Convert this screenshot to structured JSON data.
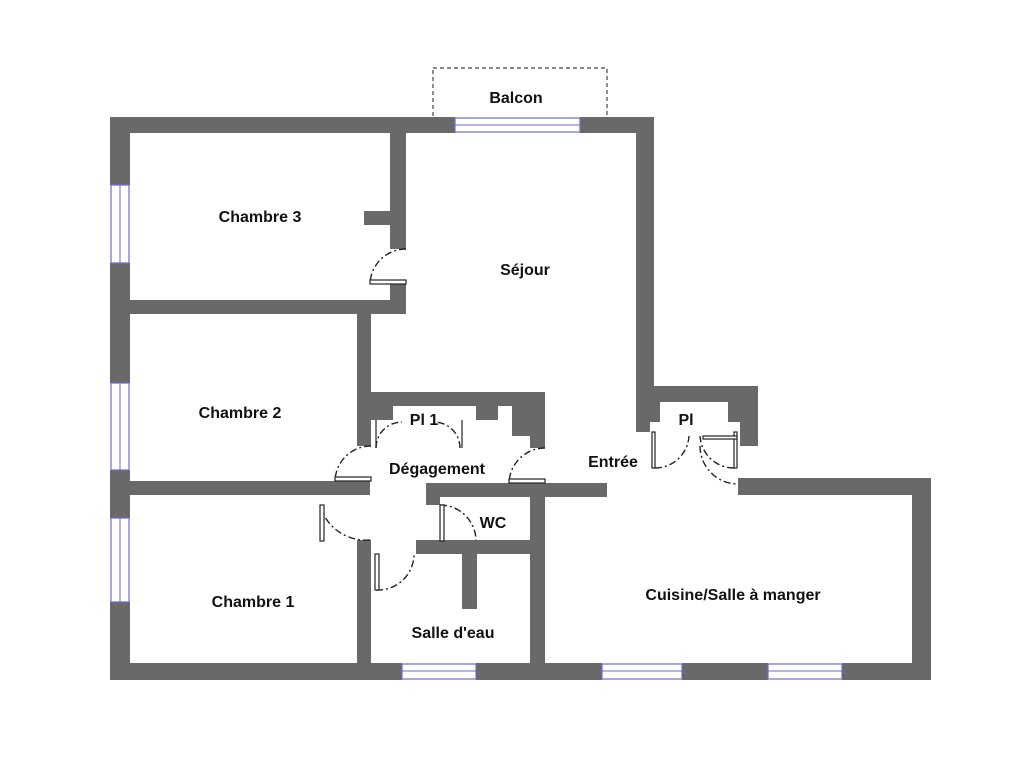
{
  "rooms": {
    "balcon": "Balcon",
    "chambre3": "Chambre 3",
    "sejour": "Séjour",
    "chambre2": "Chambre 2",
    "placard1": "Pl 1",
    "placard2": "Pl",
    "degagement": "Dégagement",
    "entree": "Entrée",
    "wc": "WC",
    "chambre1": "Chambre 1",
    "salle_eau": "Salle d'eau",
    "cuisine": "Cuisine/Salle à manger"
  },
  "colors": {
    "wall": "#696969",
    "window": "#6b6bd6"
  }
}
